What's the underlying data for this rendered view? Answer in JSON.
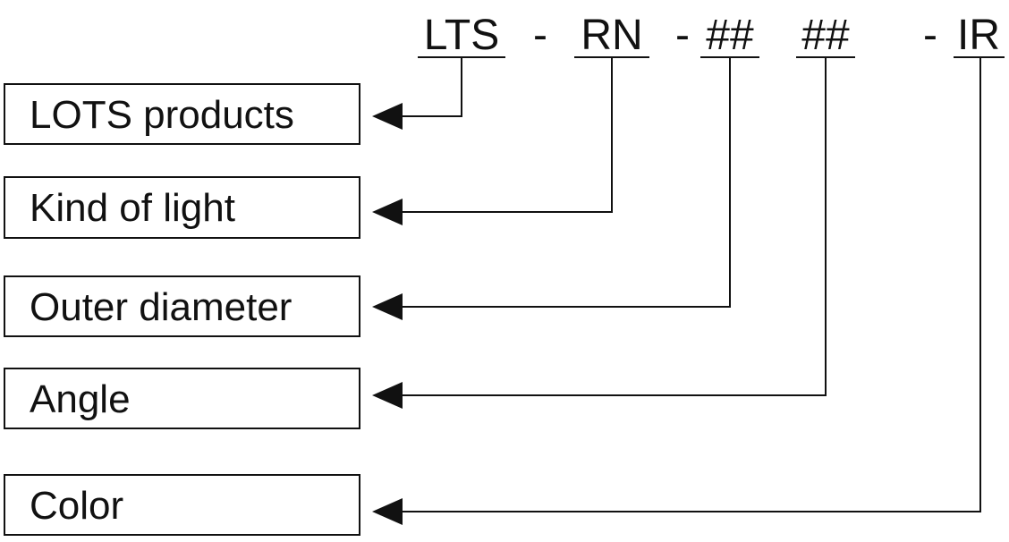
{
  "code": {
    "segments": [
      "LTS",
      "RN",
      "##",
      "##",
      "IR"
    ],
    "separators": [
      "-",
      "-",
      "-"
    ]
  },
  "boxes": [
    {
      "label": "LOTS products"
    },
    {
      "label": "Kind of light"
    },
    {
      "label": "Outer diameter"
    },
    {
      "label": "Angle"
    },
    {
      "label": "Color"
    }
  ]
}
